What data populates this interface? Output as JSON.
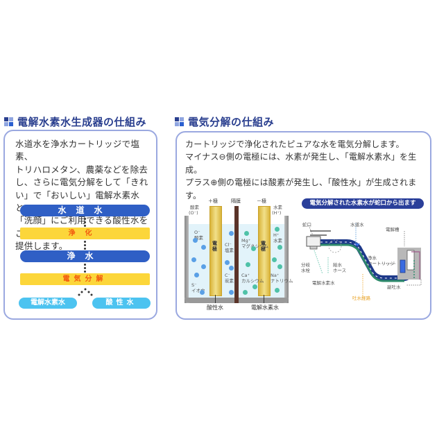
{
  "left_section": {
    "title": "電解水素水生成器の仕組み",
    "description_lines": [
      "水道水を浄水カートリッジで塩素、",
      "トリハロメタン、農薬などを除去",
      "し、さらに電気分解をして「きれ",
      "い」で「おいしい」電解水素水と、",
      "「洗顔」にご利用できる酸性水をご",
      "提供します。"
    ],
    "flow": {
      "step1": "水道水",
      "step2": "浄化",
      "step3": "浄水",
      "step4": "電気分解",
      "output_left": "電解水素水",
      "output_right": "酸性水"
    },
    "colors": {
      "blue_bar": "#2f5fc5",
      "yellow_bar": "#fcd63a",
      "yellow_text": "#f2590f",
      "pill": "#4cc3f0"
    }
  },
  "right_section": {
    "title": "電気分解の仕組み",
    "description_lines": [
      "カートリッジで浄化されたピュアな水を電気分解します。",
      "マイナス⊖側の電極には、水素が発生し、「電解水素水」を生成。",
      "プラス⊕側の電極には酸素が発生し、「酸性水」が生成されます。"
    ],
    "cell_diagram": {
      "plus_pole": "＋極",
      "membrane": "隔膜",
      "minus_pole": "－極",
      "electrode": "電極",
      "oxygen": "酸素",
      "oxygen_formula": "(O⁻)",
      "hydrogen": "水素",
      "hydrogen_formula": "(H⁺)",
      "ions_left": [
        {
          "symbol": "O⁻",
          "name": "酸素"
        },
        {
          "symbol": "Cl⁻",
          "name": "塩素"
        },
        {
          "symbol": "C⁻",
          "name": "炭素"
        },
        {
          "symbol": "S⁻",
          "name": "イオウ"
        }
      ],
      "ions_right": [
        {
          "symbol": "Mg⁺",
          "name": "マグネシウム"
        },
        {
          "symbol": "H⁺",
          "name": "水素"
        },
        {
          "symbol": "Ca⁺",
          "name": "カルシウム"
        },
        {
          "symbol": "Na⁺",
          "name": "ナトリウム"
        }
      ],
      "output_left": "酸性水",
      "output_right": "電解水素水"
    },
    "faucet_diagram": {
      "banner": "電気分解された水素水が蛇口から出ます",
      "faucet": "蛇口",
      "tap_water": "水道水",
      "electrolysis_tank": "電解槽",
      "branch_faucet_1": "分岐",
      "branch_faucet_2": "水栓",
      "supply_hose_1": "給水",
      "supply_hose_2": "ホース",
      "cartridge_1": "浄水",
      "cartridge_2": "カートリッジ",
      "hydrogen_water": "電解水素水",
      "drain_path": "吐水経路",
      "sub_drain": "副吐水"
    }
  }
}
